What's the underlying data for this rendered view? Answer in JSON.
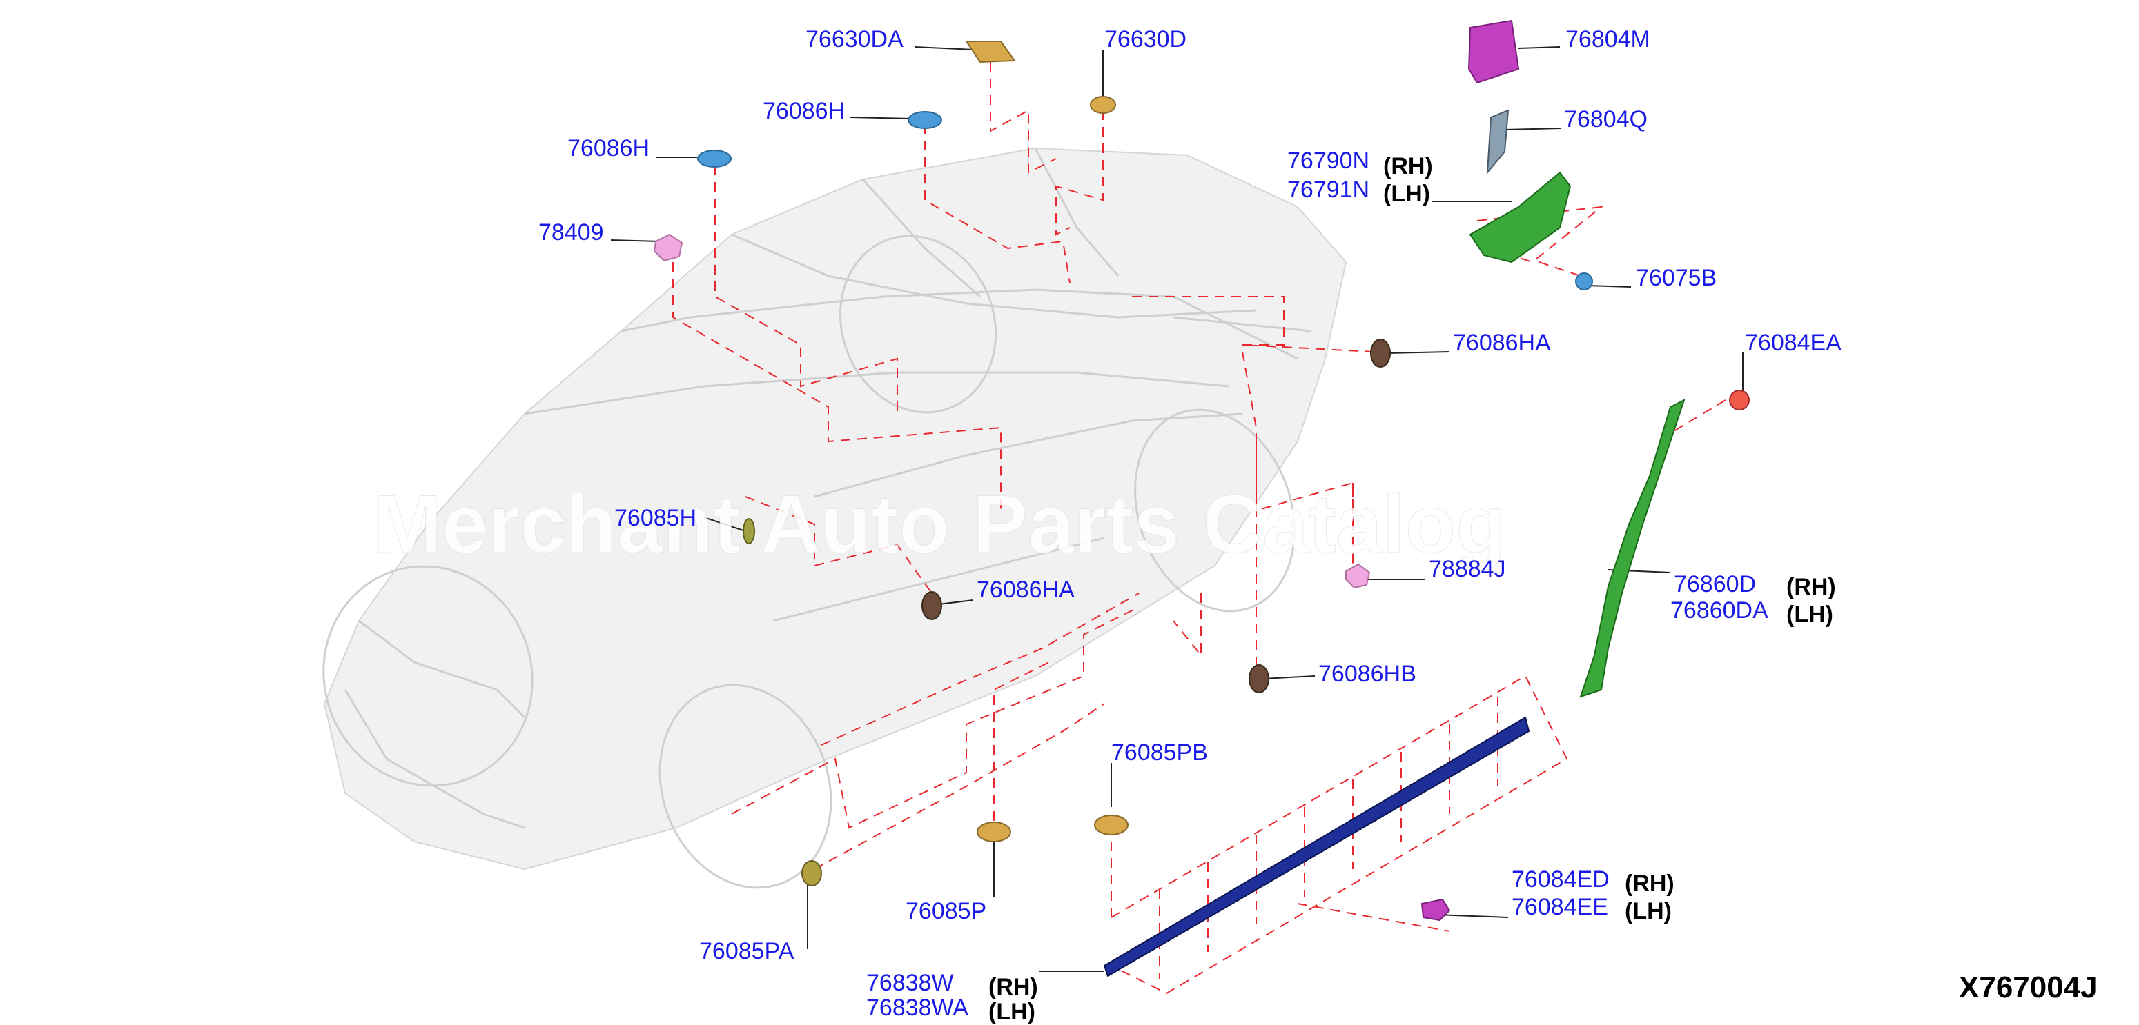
{
  "diagram_code": "X767004J",
  "watermark": "Merchant Auto Parts Catalog",
  "colors": {
    "part_number": "#1a1ae6",
    "dashed_line": "#e8282e",
    "clip_blue": "#4a9bd8",
    "clip_brown": "#6b4a3a",
    "clip_gold": "#d8a94a",
    "pink": "#f0a8e0",
    "magenta": "#c040c0",
    "green": "#3aa83a",
    "sill_blue": "#1f2f9a",
    "red_clip": "#f05a4a"
  },
  "labels": {
    "p76630DA": "76630DA",
    "p76630D": "76630D",
    "p76086H_a": "76086H",
    "p76086H_b": "76086H",
    "p78409": "78409",
    "p76804M": "76804M",
    "p76804Q": "76804Q",
    "p76790N": "76790N",
    "p76791N": "76791N",
    "p76075B": "76075B",
    "p76086HA_a": "76086HA",
    "p76084EA": "76084EA",
    "p76085H": "76085H",
    "p76086HA_b": "76086HA",
    "p78884J": "78884J",
    "p76860D": "76860D",
    "p76860DA": "76860DA",
    "p76086HB": "76086HB",
    "p76085PB": "76085PB",
    "p76085P": "76085P",
    "p76085PA": "76085PA",
    "p76084ED": "76084ED",
    "p76084EE": "76084EE",
    "p76838W": "76838W",
    "p76838WA": "76838WA",
    "rh": "(RH)",
    "lh": "(LH)"
  }
}
